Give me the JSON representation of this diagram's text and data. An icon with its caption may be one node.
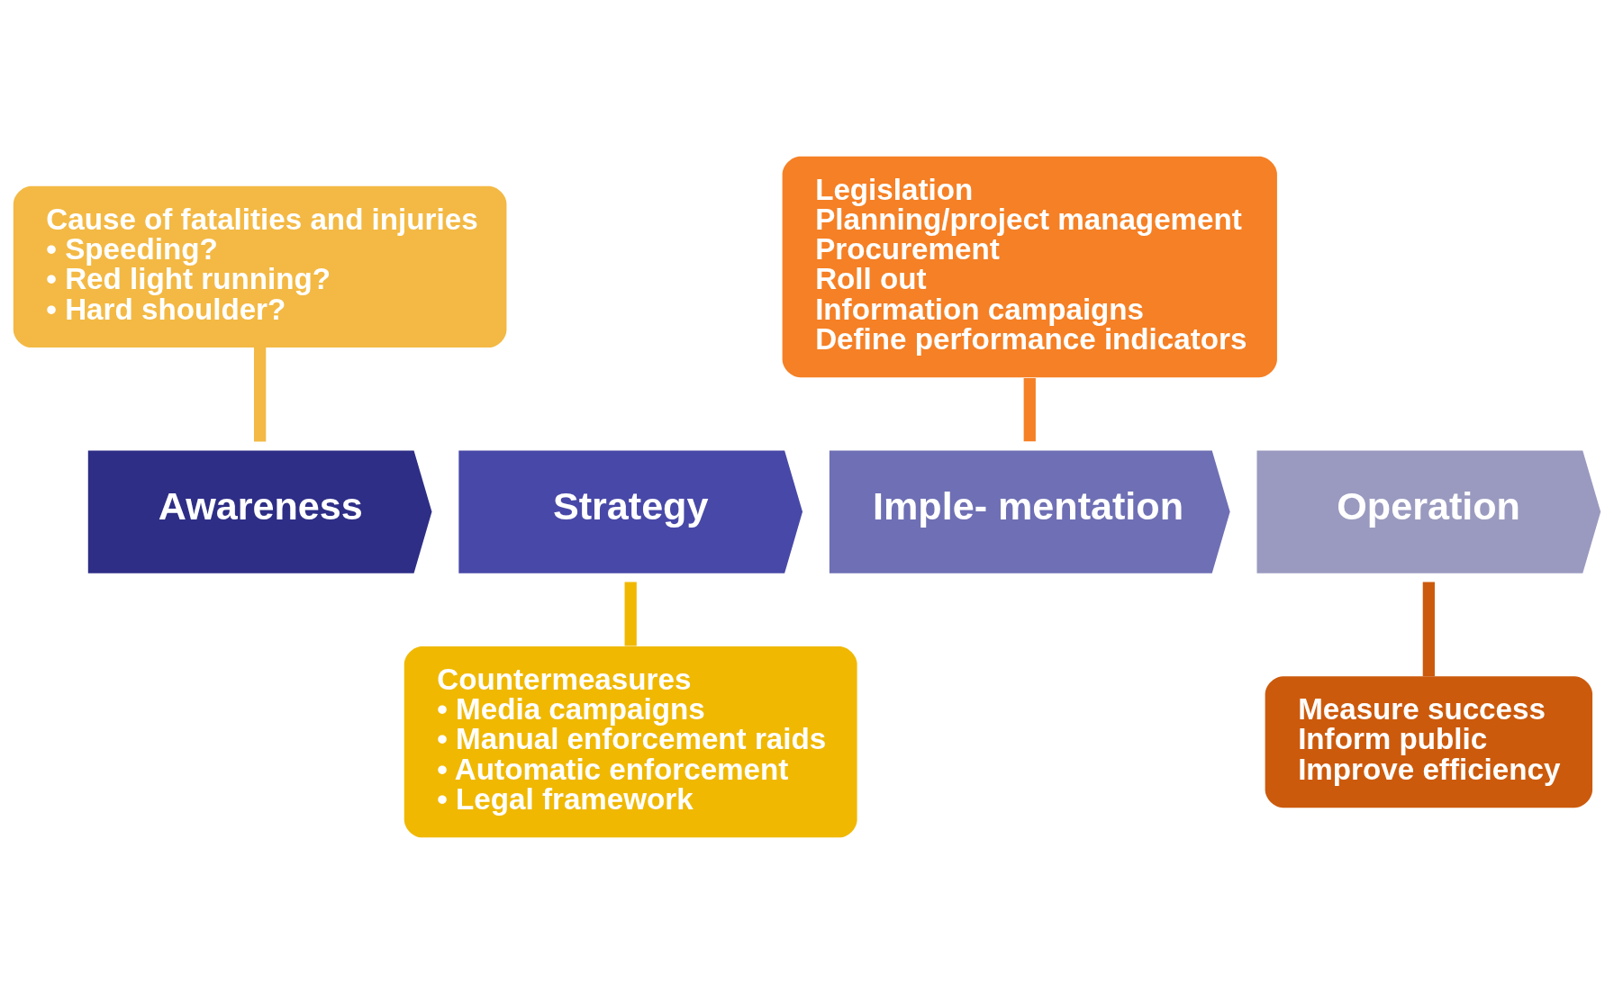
{
  "diagram": {
    "nodes": [
      {
        "text": [
          "Cause of fatalities and injuries",
          "• Speeding?",
          "• Red light running?",
          "• Hard shoulder?"
        ]
      },
      {
        "text": [
          "Legislation",
          "Planning/project management",
          "Procurement",
          "Roll out",
          "Information campaigns",
          "Define performance indicators"
        ]
      },
      {
        "text": [
          "Awareness"
        ]
      },
      {
        "text": [
          "Strategy"
        ]
      },
      {
        "text": [
          "Imple- mentation"
        ]
      },
      {
        "text": [
          "Operation"
        ]
      },
      {
        "text": [
          "Countermeasures",
          "• Media campaigns",
          "• Manual enforcement raids",
          "• Automatic enforcement",
          "• Legal framework"
        ]
      },
      {
        "text": [
          "Measure success",
          "Inform public",
          "Improve efficiency"
        ]
      }
    ],
    "edges": [
      {
        "from": 0,
        "to": 2,
        "arrow": "none",
        "color": "#f3b944"
      },
      {
        "from": 1,
        "to": 4,
        "arrow": "none",
        "color": "#f58025"
      },
      {
        "from": 6,
        "to": 3,
        "arrow": "none",
        "color": "#f0b800"
      },
      {
        "from": 7,
        "to": 5,
        "arrow": "none",
        "color": "#cc5a0c"
      }
    ]
  }
}
